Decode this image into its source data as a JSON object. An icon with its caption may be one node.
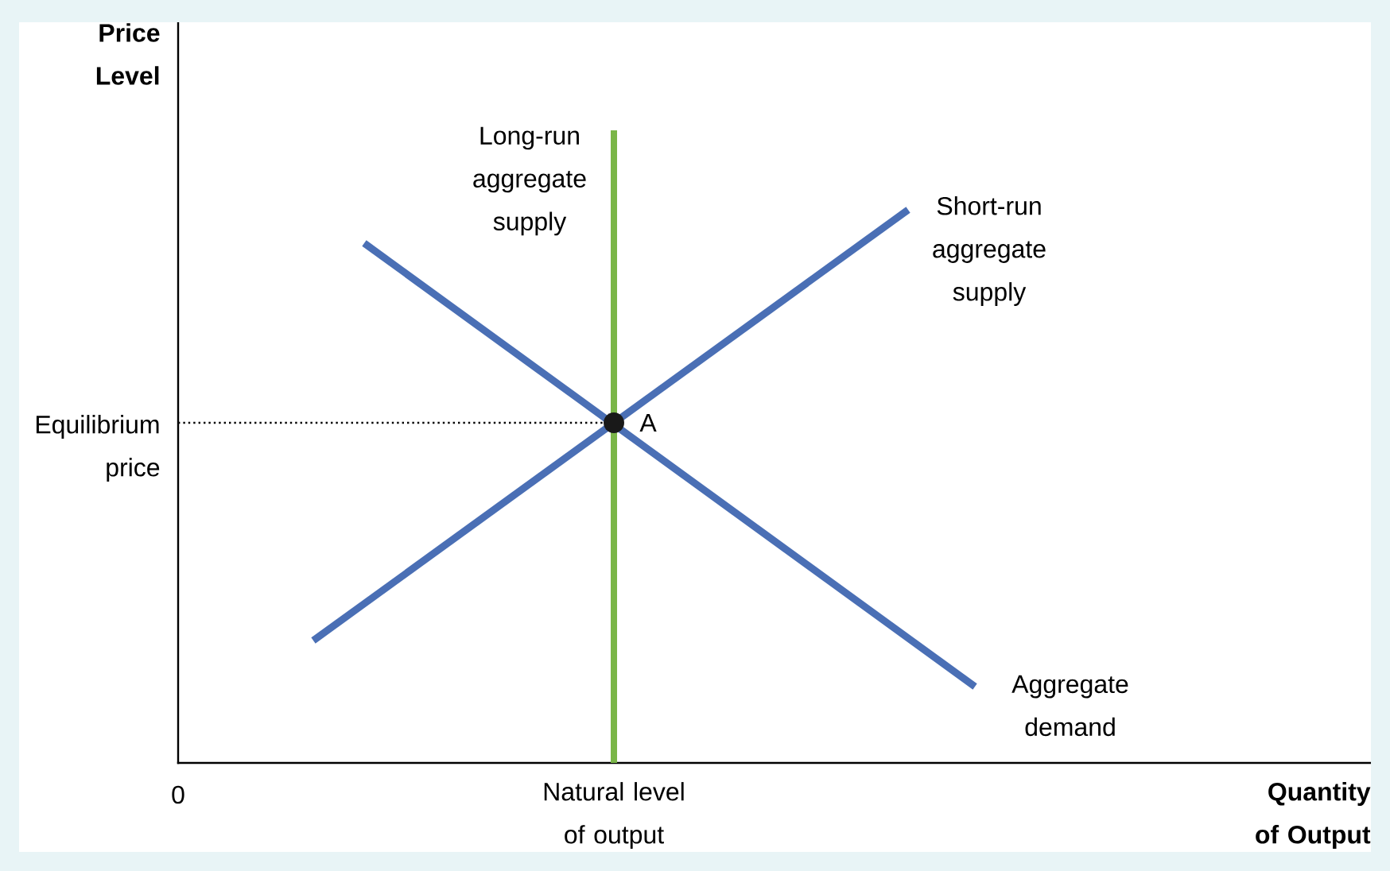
{
  "diagram": {
    "labels": [
      "Price Level",
      "Long-run aggregate supply",
      "Short-run aggregate supply",
      "Equilibrium price",
      "A",
      "Aggregate demand",
      "0",
      "Natural level of output",
      "Quantity of Output"
    ]
  }
}
